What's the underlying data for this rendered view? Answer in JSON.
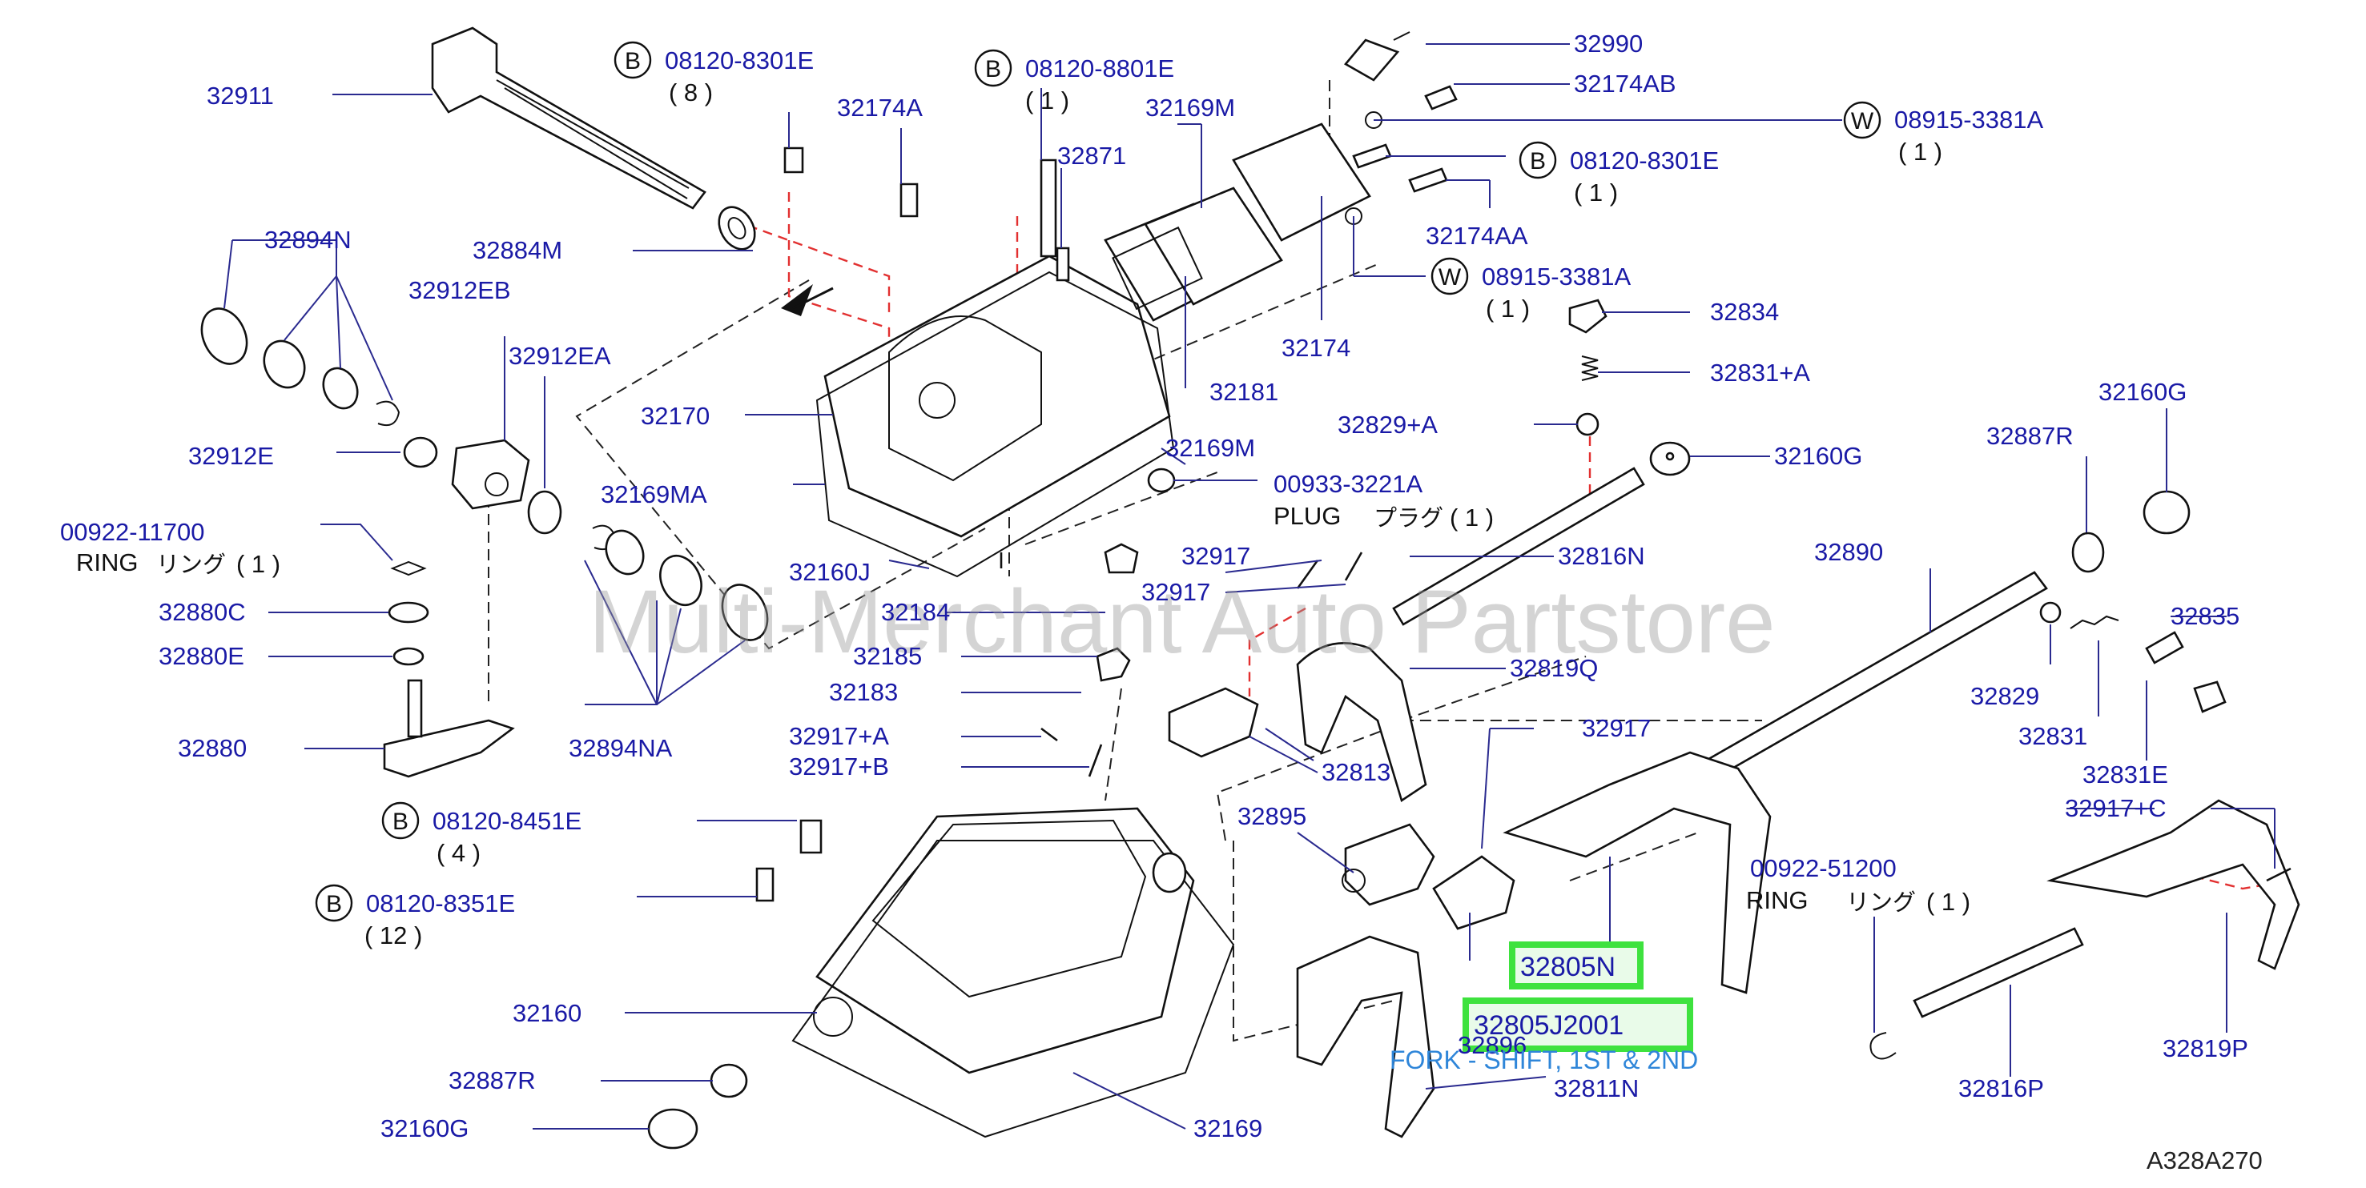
{
  "diagram": {
    "watermark": "Multi-Merchant Auto Partstore",
    "reference_code": "A328A270",
    "highlighted_description": "FORK - SHIFT, 1ST & 2ND",
    "bolt_badges": {
      "b": "B",
      "w": "W"
    },
    "parts": {
      "p32911": "32911",
      "b08120_8301E_top": "08120-8301E",
      "q8": "( 8 )",
      "b08120_8801E": "08120-8801E",
      "q1_a": "( 1 )",
      "p32174A": "32174A",
      "p32871": "32871",
      "p32169M_top": "32169M",
      "p32990": "32990",
      "p32174AB": "32174AB",
      "w08915_3381A_top": "08915-3381A",
      "q1_b": "( 1 )",
      "b08120_8301E_right": "08120-8301E",
      "q1_c": "( 1 )",
      "p32174AA": "32174AA",
      "w08915_3381A_mid": "08915-3381A",
      "q1_d": "( 1 )",
      "p32834": "32834",
      "p32831A": "32831+A",
      "p32829A": "32829+A",
      "p32160G_top": "32160G",
      "p32160G_right": "32160G",
      "p32887R_right": "32887R",
      "p32894N": "32894N",
      "p32884M": "32884M",
      "p32912EB": "32912EB",
      "p32912EA": "32912EA",
      "p32170": "32170",
      "p32181": "32181",
      "p32174": "32174",
      "p32169M_mid": "32169M",
      "p32912E": "32912E",
      "p32169MA": "32169MA",
      "p00933_3221A": "00933-3221A",
      "plug_en": "PLUG",
      "plug_jp": "プラグ",
      "q1_plug": "( 1 )",
      "p00922_11700": "00922-11700",
      "ring_en_left": "RING",
      "ring_jp_left": "リング",
      "q1_ring_left": "( 1 )",
      "p32160J": "32160J",
      "p32917_a": "32917",
      "p32917_b": "32917",
      "p32816N": "32816N",
      "p32890": "32890",
      "p32835": "32835",
      "p32880C": "32880C",
      "p32880E": "32880E",
      "p32184": "32184",
      "p32185": "32185",
      "p32819Q": "32819Q",
      "p32829": "32829",
      "p32183": "32183",
      "p32831": "32831",
      "p32880": "32880",
      "p32894NA": "32894NA",
      "p32917A": "32917+A",
      "p32917B": "32917+B",
      "p32813": "32813",
      "p32917_c": "32917",
      "p32831E": "32831E",
      "p32917C": "32917+C",
      "b08120_8451E": "08120-8451E",
      "q4": "( 4 )",
      "p32895": "32895",
      "p00922_51200": "00922-51200",
      "ring_en_right": "RING",
      "ring_jp_right": "リング",
      "q1_ring_right": "( 1 )",
      "b08120_8351E": "08120-8351E",
      "q12": "( 12 )",
      "p32805N": "32805N",
      "p32805J2001": "32805J2001",
      "p32896": "32896",
      "p32160": "32160",
      "p32819P": "32819P",
      "p32887R_bottom": "32887R",
      "p32811N": "32811N",
      "p32816P": "32816P",
      "p32160G_bottom": "32160G",
      "p32169_bottom": "32169"
    }
  }
}
